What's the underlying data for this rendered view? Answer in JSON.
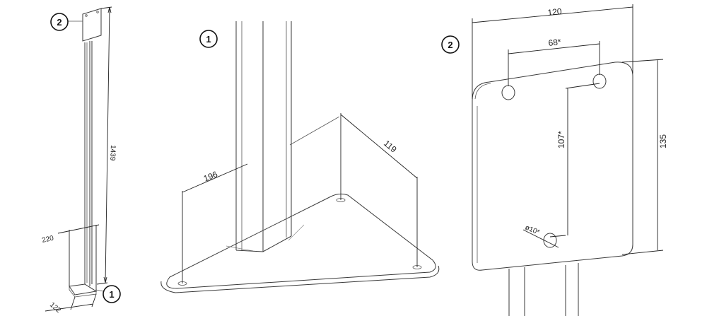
{
  "callouts": {
    "left_top": "2",
    "left_bottom": "1",
    "mid": "1",
    "right": "2"
  },
  "dimensions": {
    "height": "1439",
    "width_220": "220",
    "depth_122": "122",
    "base_196": "196",
    "base_119": "119",
    "plate_width": "120",
    "hole_spacing": "68*",
    "plate_height": "135",
    "hole_vertical": "107*",
    "hole_diameter": "ø10*"
  }
}
